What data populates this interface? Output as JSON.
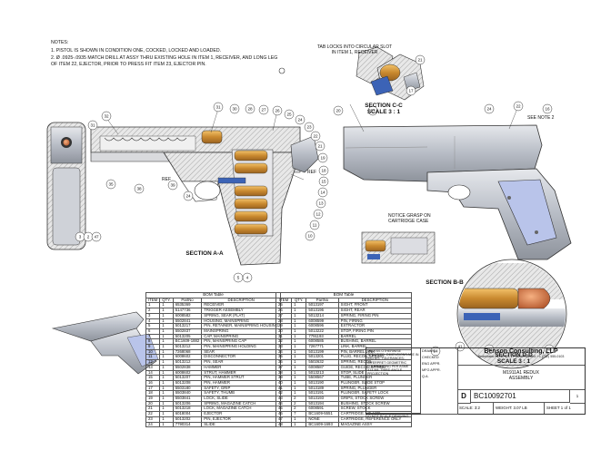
{
  "notes": {
    "heading": "NOTES:",
    "items": [
      "1.   PISTOL IS SHOWN IN CONDITION ONE, COCKED, LOCKED AND LOADED.",
      "2.   Ø .0925-.0935 MATCH DRILL AT ASSY THRU EXISTING HOLE IN ITEM 1, RECEIVER, AND LONG LEG OF ITEM 22, EJECTOR, PRIOR TO PRESS FIT ITEM 23, EJECTOR PIN."
    ]
  },
  "labels": {
    "tab_note": "TAB LOCKS INTO CIRCULAR SLOT IN ITEM 1, RECEIVER",
    "section_cc": "SECTION C-C",
    "scale_cc": "SCALE 3 : 1",
    "see_note": "SEE NOTE 2",
    "section_aa": "SECTION A-A",
    "section_bb": "SECTION B-B",
    "notice": "NOTICE GRASP ON CARTRIDGE CASE",
    "section_dd": "SECTION D-D",
    "scale_dd": "SCALE 3 : 1",
    "ref": "REF"
  },
  "balloons": [
    "32",
    "31",
    "30",
    "28",
    "27",
    "26",
    "25",
    "24",
    "23",
    "22",
    "21",
    "19",
    "18",
    "17",
    "16",
    "36",
    "35",
    "37",
    "38",
    "39",
    "15",
    "14",
    "13",
    "12",
    "11",
    "10",
    "9",
    "8",
    "7",
    "6",
    "5",
    "4",
    "3",
    "2",
    "47",
    "46",
    "44",
    "45",
    "43",
    "20",
    "33",
    "34",
    "40",
    "41",
    "42",
    "29",
    "48"
  ],
  "bom_left": {
    "title": "BOM Table",
    "headers": [
      "ITEM",
      "QTY.",
      "PartNo",
      "DESCRIPTION"
    ],
    "rows": [
      [
        "1",
        "1",
        "6535369",
        "RECEIVER"
      ],
      [
        "2",
        "1",
        "5147736",
        "TRIGGER ASSEMBLY"
      ],
      [
        "3",
        "1",
        "6008582",
        "SPRING, SEAR (FLAT)"
      ],
      [
        "4",
        "1",
        "5502841",
        "HOUSING, MAINSPRING"
      ],
      [
        "5",
        "1",
        "5013217",
        "PIN, RETAINER, MAINSPRING HOUSING"
      ],
      [
        "6",
        "1",
        "5502837",
        "MAINSPRING"
      ],
      [
        "7",
        "1",
        "5013205",
        "CAP, MAINSPRING"
      ],
      [
        "8",
        "1",
        "BC1609-1882",
        "PIN, MAINSPRING CAP"
      ],
      [
        "9",
        "1",
        "5013212",
        "PIN, MAINSPRING HOLDING"
      ],
      [
        "10",
        "1",
        "7268068",
        "SEAR"
      ],
      [
        "11",
        "1",
        "6008602",
        "DISCONNECTOR"
      ],
      [
        "12",
        "1",
        "5013212",
        "PIN, SEAR"
      ],
      [
        "13",
        "1",
        "5502838",
        "HAMMER"
      ],
      [
        "14",
        "1",
        "6008602",
        "STRUT, HAMMER"
      ],
      [
        "15",
        "1",
        "5013207",
        "PIN, HAMMER STRUT"
      ],
      [
        "16",
        "1",
        "5013208",
        "PIN, HAMMER"
      ],
      [
        "17",
        "1",
        "5503180",
        "SAFETY, GRIP"
      ],
      [
        "18",
        "1",
        "5503840",
        "SAFETY, THUMB"
      ],
      [
        "19",
        "1",
        "5503841",
        "LOCK, SLIDE"
      ],
      [
        "20",
        "1",
        "5013206",
        "SPRING, MAGAZINE CATCH"
      ],
      [
        "21",
        "1",
        "5013218",
        "LOCK, MAGAZINE CATCH"
      ],
      [
        "22",
        "1",
        "6018004",
        "EJECTOR"
      ],
      [
        "23",
        "1",
        "5013202",
        "PIN, EJECTOR"
      ],
      [
        "24",
        "1",
        "7790314",
        "SLIDE"
      ]
    ]
  },
  "bom_right": {
    "title": "BOM Table",
    "headers": [
      "ITEM",
      "QTY.",
      "PartNo",
      "DESCRIPTION"
    ],
    "rows": [
      [
        "25",
        "1",
        "5013197",
        "SIGHT, FRONT"
      ],
      [
        "26",
        "1",
        "5013196",
        "SIGHT, REAR"
      ],
      [
        "27",
        "1",
        "5013214",
        "SPRING, FIRING PIN"
      ],
      [
        "28",
        "1",
        "6008599",
        "PIN, FIRING"
      ],
      [
        "29",
        "1",
        "6008596",
        "EXTRACTOR"
      ],
      [
        "30",
        "1",
        "5013222",
        "STOP, FIRING PIN"
      ],
      [
        "31",
        "1",
        "7791193",
        "BARREL"
      ],
      [
        "32",
        "1",
        "6008585",
        "BUSHING, BARREL"
      ],
      [
        "33",
        "1",
        "7267771",
        "LINK, BARREL"
      ],
      [
        "34",
        "1",
        "5013199",
        "PIN, BARREL LINK"
      ],
      [
        "35",
        "1",
        "5013201",
        "PLUG, RECOIL SPRING"
      ],
      [
        "36",
        "1",
        "5502632",
        "SPRING, RECOIL"
      ],
      [
        "37",
        "1",
        "6008587",
        "GUIDE, RECOIL SPRING"
      ],
      [
        "38",
        "1",
        "5013213",
        "STOP, SLIDE"
      ],
      [
        "39",
        "1",
        "5508567",
        "TUBE, PLUNGER"
      ],
      [
        "40",
        "1",
        "5013190",
        "PLUNGER, SLIDE STOP"
      ],
      [
        "41",
        "1",
        "5013189",
        "SPRING, PLUNGER"
      ],
      [
        "42",
        "1",
        "5013191",
        "PLUNGER, SAFETY LOCK"
      ],
      [
        "43",
        "2",
        "5013193",
        "GRIPS, STOCK SCREW"
      ],
      [
        "44",
        "2",
        "5013194",
        "BUSHING, STOCK SCREW"
      ],
      [
        "45",
        "2",
        "6008591",
        "SCREW, STOCK"
      ],
      [
        "46",
        "7",
        "BC1609-5551",
        "CARTRIDGE, .45 ACP"
      ],
      [
        "47",
        "1",
        "NONE",
        "CARTRIDGE, REFERENCE ONLY"
      ],
      [
        "48",
        "1",
        "BC1609-1693",
        "MAGAZINE ASSY"
      ]
    ]
  },
  "title_block": {
    "company": "Benson Consulting, LLP",
    "company_sub": "Bedminster, NJ 07921 • Phone/Fax/Cell: +1 (732) 555-0103",
    "title_lines": [
      "M1911A1 REDUX",
      "ASSEMBLY"
    ],
    "notes_left": "UNLESS OTHERWISE SPECIFIED: DIMENSIONS ARE IN INCHES. TOLERANCES: INTERPRET GEOMETRIC TOLERANCING PER ASME Y14.5M. THIRD ANGLE PROJECTION",
    "approvals": [
      "DRAWN",
      "CHECKED",
      "ENG APPR.",
      "MFG APPR.",
      "Q.A."
    ],
    "size": "D",
    "dwg_no": "BC10092701",
    "rev": "1",
    "scale": "SCALE: 3:2",
    "weight": "WEIGHT: 3.07 LB",
    "sheet": "SHEET 1 of 1",
    "do_not_scale": "DO NOT SCALE DRAWING"
  },
  "colors": {
    "brass": "#c9892f",
    "steel": "#b8bcc4",
    "grip": "#b9c4ea",
    "blue": "#3c63b6",
    "hatch": "#777777"
  }
}
